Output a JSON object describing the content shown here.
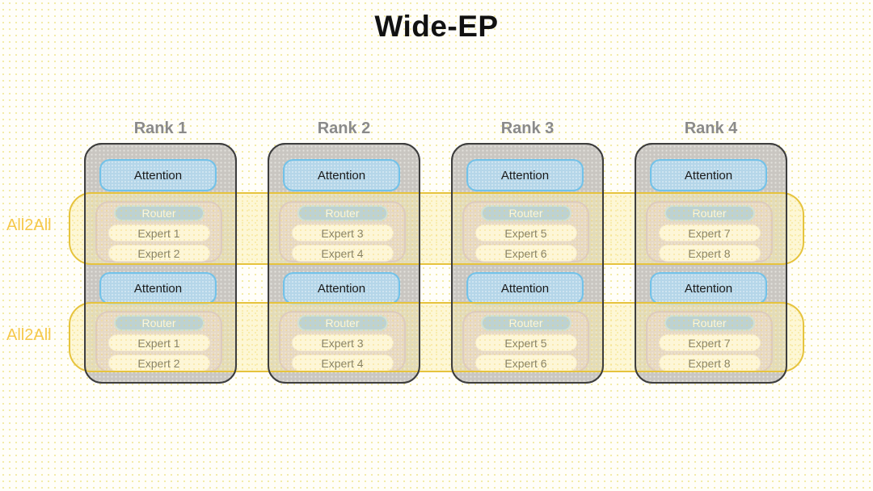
{
  "title": "Wide-EP",
  "bands": [
    {
      "label": "All2All"
    },
    {
      "label": "All2All"
    }
  ],
  "block_labels": {
    "attention": "Attention",
    "router": "Router"
  },
  "ranks": [
    {
      "label": "Rank 1",
      "experts": [
        "Expert 1",
        "Expert 2"
      ]
    },
    {
      "label": "Rank 2",
      "experts": [
        "Expert 3",
        "Expert 4"
      ]
    },
    {
      "label": "Rank 3",
      "experts": [
        "Expert 5",
        "Expert 6"
      ]
    },
    {
      "label": "Rank 4",
      "experts": [
        "Expert 7",
        "Expert 8"
      ]
    }
  ],
  "colors": {
    "title_text": "#111111",
    "rank_fill": "#c9c6c1",
    "rank_border": "#3d3d3d",
    "rank_label_text": "#8a8a8a",
    "attention_fill": "#b5d6e9",
    "attention_border": "#72c2e9",
    "expert_group_fill": "#d0c1d8",
    "expert_group_border": "#bea6cd",
    "router_fill": "#7fb5f3",
    "router_border": "#a6d2f7",
    "router_text": "#ffffff",
    "expert_fill": "#fffdfd",
    "band_border": "#e6c33d",
    "band_fill": "rgba(251,240,178,0.5)",
    "band_label_text": "#f6c84a",
    "page_background": "#fffef9"
  }
}
